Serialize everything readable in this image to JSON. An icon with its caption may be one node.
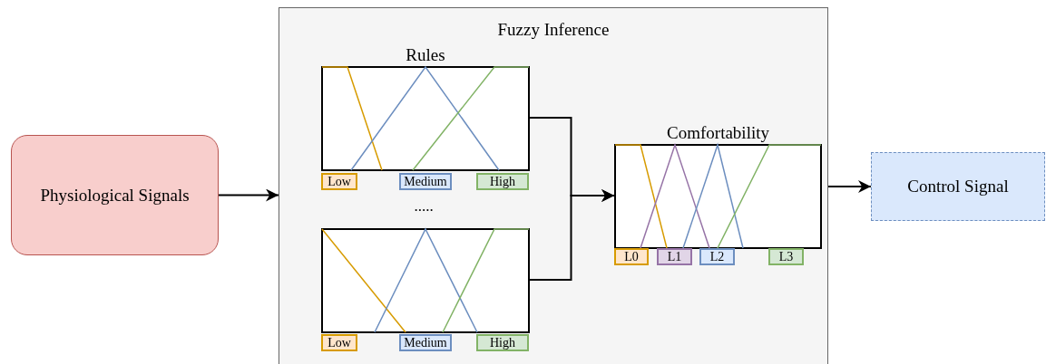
{
  "diagram": {
    "nodes": [
      {
        "text": [
          "Physiological Signals"
        ]
      },
      {
        "text": [
          "Fuzzy Inference"
        ]
      },
      {
        "text": [
          "Rules"
        ],
        "in": 1
      },
      {
        "text": [
          "Low"
        ],
        "in": 1
      },
      {
        "text": [
          "Medium"
        ],
        "in": 1
      },
      {
        "text": [
          "High"
        ],
        "in": 1
      },
      {
        "text": [],
        "shape": "box",
        "in": 1
      },
      {
        "text": [
          "Low"
        ],
        "in": 1
      },
      {
        "text": [
          "Medium"
        ],
        "in": 1
      },
      {
        "text": [
          "High"
        ],
        "in": 1
      },
      {
        "text": [
          "Comfortability"
        ],
        "in": 1
      },
      {
        "text": [
          "L0"
        ],
        "in": 1
      },
      {
        "text": [
          "L1"
        ],
        "in": 1
      },
      {
        "text": [
          "L2"
        ],
        "in": 1
      },
      {
        "text": [
          "L3"
        ],
        "in": 1
      },
      {
        "text": [
          "Control Signal"
        ]
      }
    ],
    "edges": [
      {
        "from": 0,
        "to": 1,
        "arrow": "to"
      },
      {
        "from": 2,
        "to": 10,
        "arrow": "to"
      },
      {
        "from": 6,
        "to": 10,
        "arrow": "to"
      },
      {
        "from": 1,
        "to": 15,
        "arrow": "to"
      }
    ],
    "labels": [
      "....."
    ]
  }
}
